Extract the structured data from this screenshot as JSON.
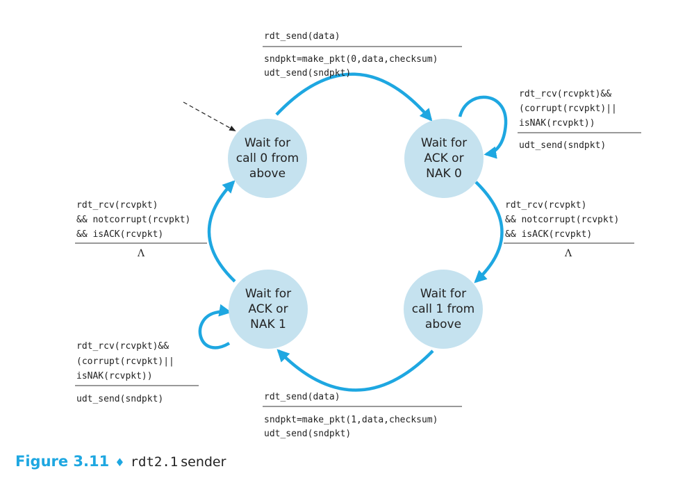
{
  "states": {
    "wait_call0": [
      "Wait for",
      "call 0 from",
      "above"
    ],
    "wait_ack0": [
      "Wait for",
      "ACK or",
      "NAK 0"
    ],
    "wait_call1": [
      "Wait for",
      "call 1 from",
      "above"
    ],
    "wait_ack1": [
      "Wait for",
      "ACK or",
      "NAK 1"
    ]
  },
  "transitions": {
    "top": {
      "event": "rdt_send(data)",
      "actions": [
        "sndpkt=make_pkt(0,data,checksum)",
        "udt_send(sndpkt)"
      ]
    },
    "self_ack0": {
      "event": [
        "rdt_rcv(rcvpkt)&&",
        "(corrupt(rcvpkt)||",
        "isNAK(rcvpkt))"
      ],
      "action": "udt_send(sndpkt)"
    },
    "right": {
      "event": [
        "rdt_rcv(rcvpkt)",
        "&& notcorrupt(rcvpkt)",
        "&& isACK(rcvpkt)"
      ],
      "action": "Λ"
    },
    "bottom": {
      "event": "rdt_send(data)",
      "actions": [
        "sndpkt=make_pkt(1,data,checksum)",
        "udt_send(sndpkt)"
      ]
    },
    "self_ack1": {
      "event": [
        "rdt_rcv(rcvpkt)&&",
        "(corrupt(rcvpkt)||",
        "isNAK(rcvpkt))"
      ],
      "action": "udt_send(sndpkt)"
    },
    "left": {
      "event": [
        "rdt_rcv(rcvpkt)",
        "&& notcorrupt(rcvpkt)",
        "&& isACK(rcvpkt)"
      ],
      "action": "Λ"
    }
  },
  "caption": {
    "figure": "Figure 3.11",
    "diamond": "♦",
    "mono": "rdt2.1",
    "text": "sender"
  },
  "colors": {
    "accent": "#1ea7e1",
    "state_fill": "#c5e2ef"
  }
}
